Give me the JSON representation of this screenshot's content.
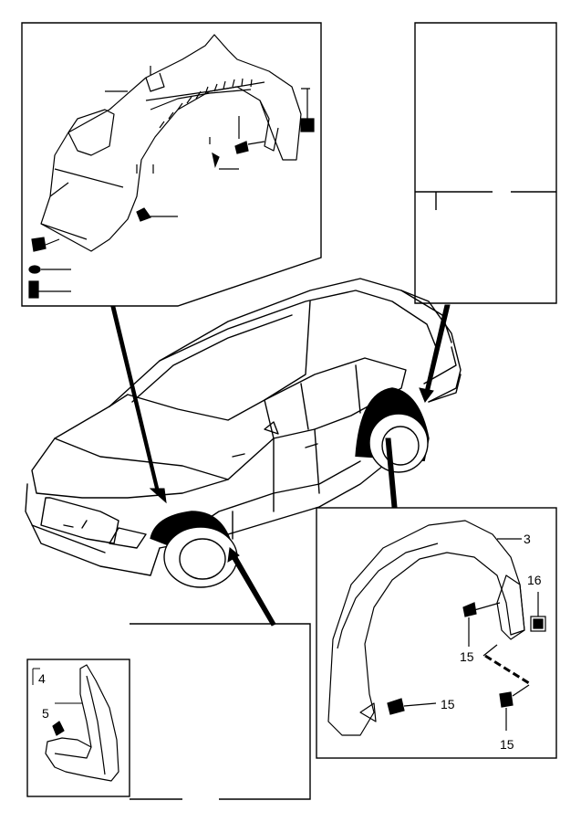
{
  "diagram": {
    "callouts": {
      "part_3": "3",
      "part_4": "4",
      "part_5": "5",
      "part_15_a": "15",
      "part_15_b": "15",
      "part_15_c": "15",
      "part_16": "16"
    },
    "colors": {
      "line": "#000000",
      "background": "#ffffff",
      "fill_dark": "#000000",
      "fill_light": "#ffffff"
    },
    "icons": [
      "car-outline-icon",
      "wheel-liner-icon",
      "mud-flap-icon",
      "screw-icon",
      "clip-nut-icon"
    ]
  }
}
